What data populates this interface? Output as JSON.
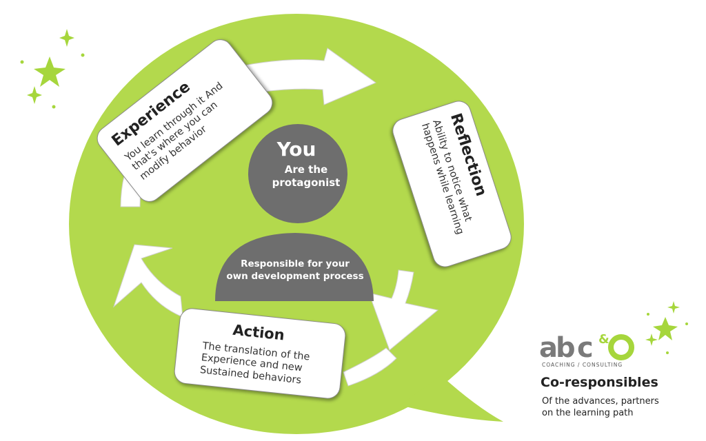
{
  "colors": {
    "bubble": "#b3d94d",
    "arrow": "#ffffff",
    "person": "#6e6e6e",
    "sparkle": "#a6d63c",
    "logo_dark": "#7a7a7a",
    "logo_green": "#a6d63c"
  },
  "center": {
    "you": "You",
    "are_the": "Are the",
    "protagonist": "protagonist",
    "responsibility_line1": "Responsible for your",
    "responsibility_line2": "own development process"
  },
  "cards": {
    "experience": {
      "title": "Experience",
      "line1": "You learn through it And",
      "line2": "that's where you can",
      "line3": "modify behavior"
    },
    "reflection": {
      "title": "Reflection",
      "line1": "Ability to notice what",
      "line2": "happens while learning"
    },
    "action": {
      "title": "Action",
      "line1": "The translation of the",
      "line2": "Experience and new",
      "line3": "Sustained behaviors"
    }
  },
  "logo": {
    "ab": "ab",
    "c": "c",
    "amp": "&",
    "tagline": "COACHING / CONSULTING"
  },
  "co_responsibles": {
    "title": "Co-responsibles",
    "line1": "Of the advances, partners",
    "line2": "on the learning path"
  }
}
